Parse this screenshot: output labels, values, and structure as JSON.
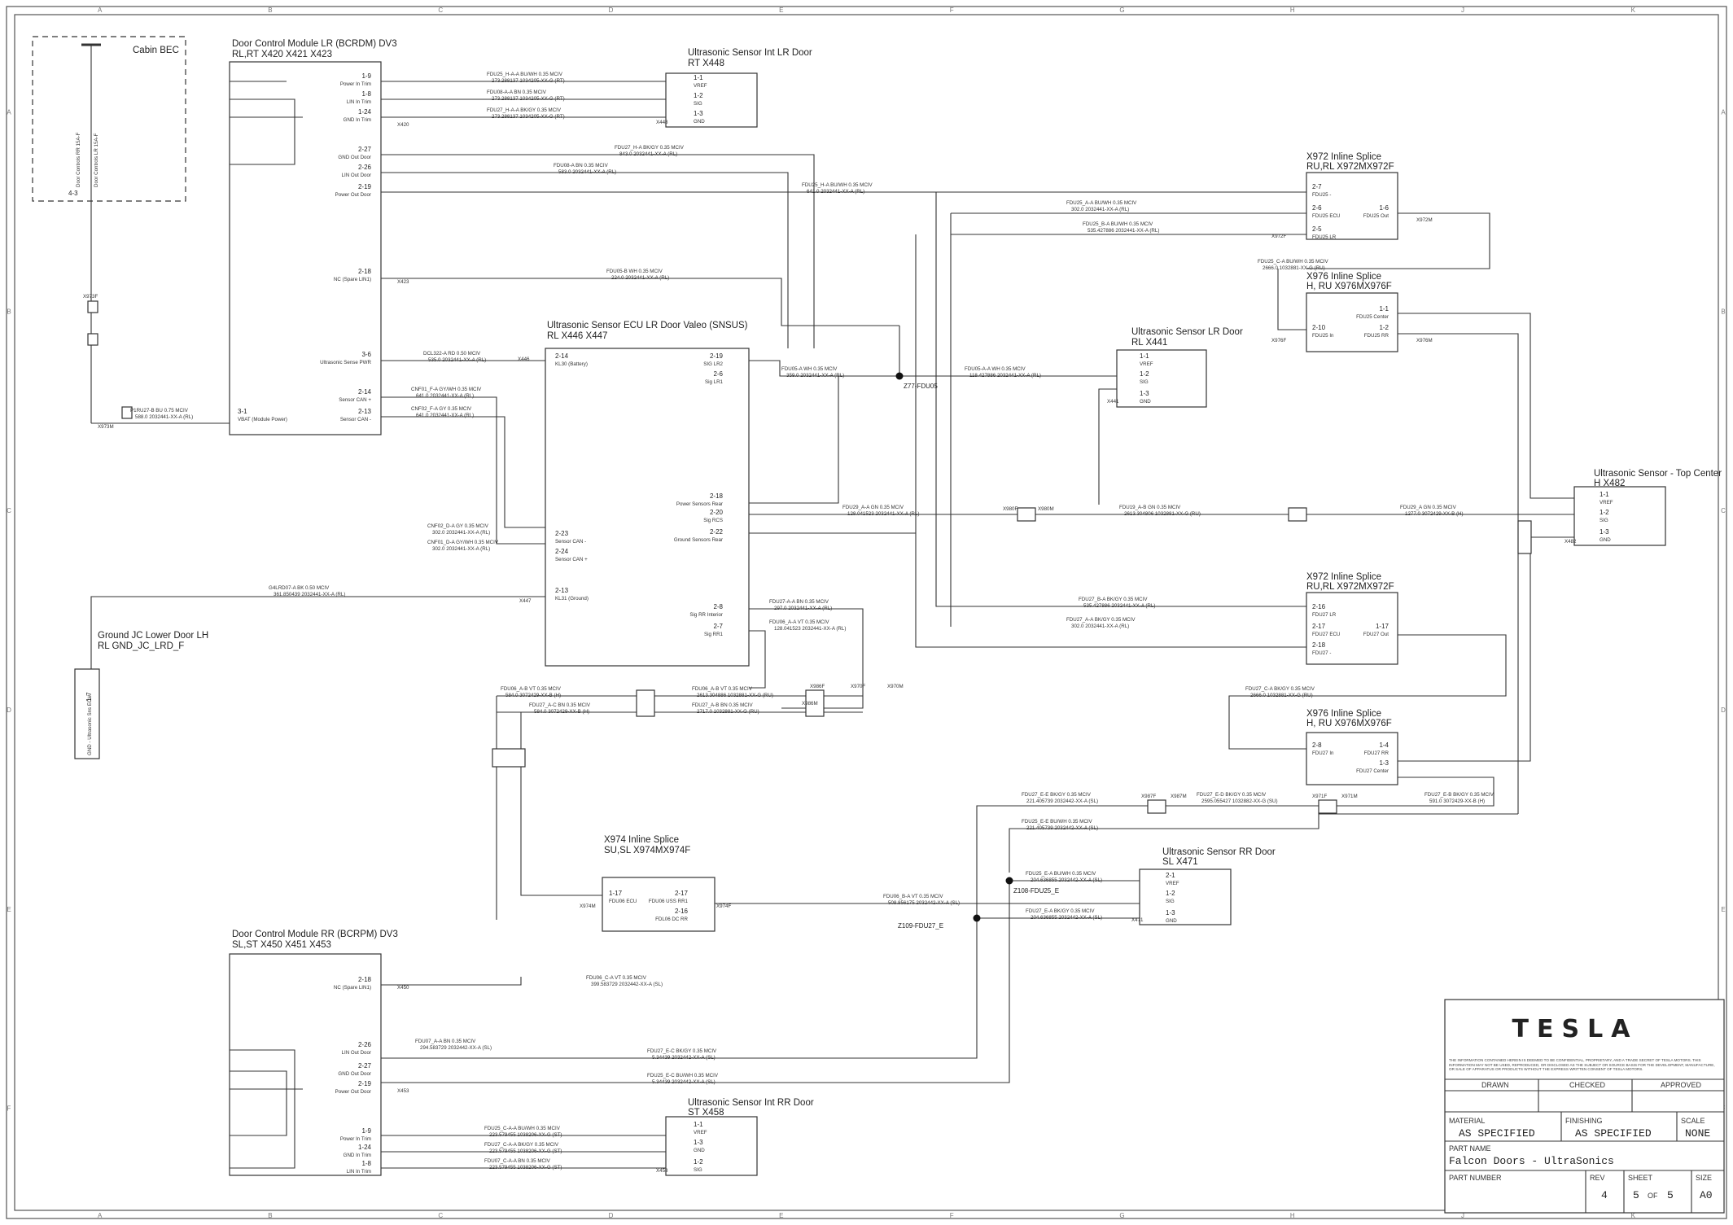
{
  "grid": {
    "cols": [
      "A",
      "B",
      "C",
      "D",
      "E",
      "F",
      "G",
      "H",
      "J",
      "K"
    ],
    "rows": [
      "A",
      "B",
      "C",
      "D",
      "E",
      "F"
    ]
  },
  "cabin_bec": {
    "title": "Cabin BEC",
    "pin": "4-3",
    "label": "Door Controls RR 15A-F",
    "label2": "Door Controls LR 15A-F"
  },
  "components": {
    "bcrdm": {
      "title": "Door Control Module LR (BCRDM) DV3",
      "subtitle": "RL,RT     X420   X421   X423",
      "pins": [
        {
          "num": "1-9",
          "name": "Power In Trim"
        },
        {
          "num": "1-8",
          "name": "LIN In Trim"
        },
        {
          "num": "1-24",
          "name": "GND In Trim"
        },
        {
          "num": "2-27",
          "name": "GND Out Door"
        },
        {
          "num": "2-26",
          "name": "LIN Out Door"
        },
        {
          "num": "2-19",
          "name": "Power Out Door"
        },
        {
          "num": "2-18",
          "name": "NC (Spare LIN1)"
        },
        {
          "num": "3-6",
          "name": "Ultrasonic Sense PWR"
        },
        {
          "num": "2-14",
          "name": "Sensor CAN +"
        },
        {
          "num": "2-13",
          "name": "Sensor CAN -"
        },
        {
          "num": "3-1",
          "name": "VBAT (Module Power)"
        }
      ]
    },
    "us_int_lr": {
      "title": "Ultrasonic Sensor Int LR Door",
      "subtitle": "RT          X448",
      "pins": [
        {
          "num": "1-1",
          "name": "VREF"
        },
        {
          "num": "1-2",
          "name": "SIG"
        },
        {
          "num": "1-3",
          "name": "GND"
        }
      ]
    },
    "snsus": {
      "title": "Ultrasonic Sensor ECU LR Door Valeo (SNSUS)",
      "subtitle": "RL           X446   X447",
      "pins_left": [
        {
          "num": "2-14",
          "name": "KL30 (Battery)"
        },
        {
          "num": "2-23",
          "name": "Sensor CAN -"
        },
        {
          "num": "2-24",
          "name": "Sensor CAN +"
        },
        {
          "num": "2-13",
          "name": "KL31 (Ground)"
        }
      ],
      "pins_right": [
        {
          "num": "2-19",
          "name": "SIG LR2"
        },
        {
          "num": "2-6",
          "name": "Sig LR1"
        },
        {
          "num": "2-18",
          "name": "Power Sensors Rear"
        },
        {
          "num": "2-20",
          "name": "Sig RCS"
        },
        {
          "num": "2-22",
          "name": "Ground Sensors Rear"
        },
        {
          "num": "2-8",
          "name": "Sig RR Interior"
        },
        {
          "num": "2-7",
          "name": "Sig RR1"
        }
      ]
    },
    "us_lr": {
      "title": "Ultrasonic Sensor LR Door",
      "subtitle": "RL          X441",
      "pins": [
        {
          "num": "1-1",
          "name": "VREF"
        },
        {
          "num": "1-2",
          "name": "SIG"
        },
        {
          "num": "1-3",
          "name": "GND"
        }
      ]
    },
    "splice_972_top": {
      "title": "X972 Inline Splice",
      "subtitle": "RU,RL     X972MX972F",
      "pins": [
        {
          "num": "2-7",
          "name": "FDU25 -"
        },
        {
          "num": "2-6",
          "name": "FDU25 ECU"
        },
        {
          "num": "2-5",
          "name": "FDU25 LR"
        },
        {
          "num": "1-6",
          "name": "FDU25 Out"
        }
      ]
    },
    "splice_976_top": {
      "title": "X976 Inline Splice",
      "subtitle": "H, RU     X976MX976F",
      "pins": [
        {
          "num": "1-1",
          "name": "FDU25 Center"
        },
        {
          "num": "2-10",
          "name": "FDU25 In"
        },
        {
          "num": "1-2",
          "name": "FDU25 RR"
        }
      ]
    },
    "us_top_center": {
      "title": "Ultrasonic Sensor - Top Center",
      "subtitle": "H           X482",
      "pins": [
        {
          "num": "1-1",
          "name": "VREF"
        },
        {
          "num": "1-2",
          "name": "SIG"
        },
        {
          "num": "1-3",
          "name": "GND"
        }
      ]
    },
    "splice_972_bot": {
      "title": "X972 Inline Splice",
      "subtitle": "RU,RL     X972MX972F",
      "pins": [
        {
          "num": "2-16",
          "name": "FDU27 LR"
        },
        {
          "num": "2-17",
          "name": "FDU27 ECU"
        },
        {
          "num": "2-18",
          "name": "FDU27 -"
        },
        {
          "num": "1-17",
          "name": "FDU27 Out"
        }
      ]
    },
    "splice_976_bot": {
      "title": "X976 Inline Splice",
      "subtitle": "H, RU     X976MX976F",
      "pins": [
        {
          "num": "2-8",
          "name": "FDU27 In"
        },
        {
          "num": "1-4",
          "name": "FDU27 RR"
        },
        {
          "num": "1-3",
          "name": "FDU27 Center"
        }
      ]
    },
    "ground_jc": {
      "title": "Ground JC Lower Door LH",
      "subtitle": "RL           GND_JC_LRD_F",
      "pin": "1-7",
      "label": "GND - Ultrasonic Sns ECU"
    },
    "splice_974": {
      "title": "X974 Inline Splice",
      "subtitle": "SU,SL     X974MX974F",
      "pins": [
        {
          "num": "1-17",
          "name": "FDU06 ECU"
        },
        {
          "num": "2-17",
          "name": "FDU06 USS RR1"
        },
        {
          "num": "2-16",
          "name": "FDL06 DC RR"
        }
      ]
    },
    "us_rr": {
      "title": "Ultrasonic Sensor RR Door",
      "subtitle": "SL          X471",
      "pins": [
        {
          "num": "2-1",
          "name": "VREF"
        },
        {
          "num": "1-2",
          "name": "SIG"
        },
        {
          "num": "1-3",
          "name": "GND"
        }
      ]
    },
    "bcrpm": {
      "title": "Door Control Module RR (BCRPM) DV3",
      "subtitle": "SL,ST     X450   X451   X453",
      "pins": [
        {
          "num": "2-18",
          "name": "NC (Spare LIN1)"
        },
        {
          "num": "2-26",
          "name": "LIN Out Door"
        },
        {
          "num": "2-27",
          "name": "GND Out Door"
        },
        {
          "num": "2-19",
          "name": "Power Out Door"
        },
        {
          "num": "1-9",
          "name": "Power In Trim"
        },
        {
          "num": "1-24",
          "name": "GND In Trim"
        },
        {
          "num": "1-8",
          "name": "LIN In Trim"
        }
      ]
    },
    "us_int_rr": {
      "title": "Ultrasonic Sensor Int RR Door",
      "subtitle": "ST          X458",
      "pins": [
        {
          "num": "1-1",
          "name": "VREF"
        },
        {
          "num": "1-3",
          "name": "GND"
        },
        {
          "num": "1-2",
          "name": "SIG"
        }
      ]
    }
  },
  "wire_labels": [
    {
      "a": "FDU25_H-A-A     BU/WH     0.35     MCIV",
      "b": "273.288137      1034205-XX-G (RT)"
    },
    {
      "a": "FDU08-A-A     BN     0.35     MCIV",
      "b": "273.288137      1034205-XX-G (RT)"
    },
    {
      "a": "FDU27_H-A-A     BK/GY     0.35     MCIV",
      "b": "273.288137      1034205-XX-G (RT)"
    },
    {
      "a": "FDU27_H-A     BK/GY     0.35     MCIV",
      "b": "843.0      2032441-XX-A (RL)"
    },
    {
      "a": "FDU08-A     BN     0.35     MCIV",
      "b": "583.0      2032441-XX-A (RL)"
    },
    {
      "a": "FDU25_H-A     BU/WH     0.35     MCIV",
      "b": "641.0      2032441-XX-A (RL)"
    },
    {
      "a": "FDU25_A-A     BU/WH     0.35     MCIV",
      "b": "302.0      2032441-XX-A (RL)"
    },
    {
      "a": "FDU25_B-A     BU/WH     0.35     MCIV",
      "b": "535.427886      2032441-XX-A (RL)"
    },
    {
      "a": "FDU05-B     WH     0.35     MCIV",
      "b": "224.0      2032441-XX-A (RL)"
    },
    {
      "a": "DCL322-A     RD     0.50     MCIV",
      "b": "535.0      2032441-XX-A (RL)"
    },
    {
      "a": "FDU05-A     WH     0.35     MCIV",
      "b": "359.0      2032441-XX-A (RL)"
    },
    {
      "a": "FDU05-A-A     WH     0.35     MCIV",
      "b": "118.427886      2032441-XX-A (RL)"
    },
    {
      "a": "CNF01_F-A     GY/WH     0.35     MCIV",
      "b": "641.0      2032441-XX-A (RL)"
    },
    {
      "a": "CNF02_F-A     GY     0.35     MCIV",
      "b": "641.0      2032441-XX-A (RL)"
    },
    {
      "a": "P1RU27-B     BU     0.75     MCIV",
      "b": "588.0      2032441-XX-A (RL)"
    },
    {
      "a": "FDU29_A-A     GN     0.35     MCIV",
      "b": "128.041523      2032441-XX-A (RL)"
    },
    {
      "a": "FDU19_A-B     GN     0.35     MCIV",
      "b": "2613.304806      1032881-XX-G (RU)"
    },
    {
      "a": "FDU29_A     GN     0.35     MCIV",
      "b": "1277.0      3072429-XX-B (H)"
    },
    {
      "a": "CNF02_D-A     GY     0.35     MCIV",
      "b": "302.0      2032441-XX-A (RL)"
    },
    {
      "a": "CNF01_D-A     GY/WH     0.35     MCIV",
      "b": "302.0      2032441-XX-A (RL)"
    },
    {
      "a": "G4LRD07-A     BK     0.50     MCIV",
      "b": "361.850439      2032441-XX-A (RL)"
    },
    {
      "a": "FDU27_B-A     BK/GY     0.35     MCIV",
      "b": "535.427886      2032441-XX-A (RL)"
    },
    {
      "a": "FDU27_A-A     BK/GY     0.35     MCIV",
      "b": "302.0      2032441-XX-A (RL)"
    },
    {
      "a": "FDU27-A-A     BN     0.35     MCIV",
      "b": "297.0      2032441-XX-A (RL)"
    },
    {
      "a": "FDU06_A-A     VT     0.35     MCIV",
      "b": "128.041523      2032441-XX-A (RL)"
    },
    {
      "a": "FDU27_C-A     BK/GY     0.35     MCIV",
      "b": "2666.0      1032881-XX-G (RU)"
    },
    {
      "a": "FDU06_A-B     VT     0.35     MCIV",
      "b": "584.0      3072429-XX-B (H)"
    },
    {
      "a": "FDU06_A-B     VT     0.35     MCIV",
      "b": "2613.304886      1032881-XX-G (RU)"
    },
    {
      "a": "FDU27_A-C     BN     0.35     MCIV",
      "b": "584.0      3072429-XX-B (H)"
    },
    {
      "a": "FDU27_A-B     BN     0.35     MCIV",
      "b": "2717.0      1032881-XX-G (RU)"
    },
    {
      "a": "FDU27_E-E     BK/GY     0.35     MCIV",
      "b": "221.405739      2032442-XX-A (SL)"
    },
    {
      "a": "FDU27_E-D     BK/GY     0.35     MCIV",
      "b": "2595.055427      1032882-XX-G (SU)"
    },
    {
      "a": "FDU27_E-B     BK/GY     0.35     MCIV",
      "b": "591.0      3072429-XX-B (H)"
    },
    {
      "a": "FDU25_E-E     BU/WH     0.35     MCIV",
      "b": "221.405739      2032442-XX-A (SL)"
    },
    {
      "a": "FDU25_E-A     BU/WH     0.35     MCIV",
      "b": "204.636855      2032442-XX-A (SL)"
    },
    {
      "a": "FDU27_E-A     BK/GY     0.35     MCIV",
      "b": "204.636855      2032442-XX-A (SL)"
    },
    {
      "a": "FDU06_B-A     VT     0.35     MCIV",
      "b": "508.856175      2032442-XX-A (SL)"
    },
    {
      "a": "FDU06_C-A     VT     0.35     MCIV",
      "b": "399.583729      2032442-XX-A (SL)"
    },
    {
      "a": "FDU07_A-A     BN     0.35     MCIV",
      "b": "294.583729      2032442-XX-A (SL)"
    },
    {
      "a": "FDU27_E-C     BK/GY     0.35     MCIV",
      "b": "5.34439      2032442-XX-A (SL)"
    },
    {
      "a": "FDU25_E-C     BU/WH     0.35     MCIV",
      "b": "5.34439      2032442-XX-A (SL)"
    },
    {
      "a": "FDU25_C-A-A     BU/WH     0.35     MCIV",
      "b": "223.579455      1038206-XX-G (ST)"
    },
    {
      "a": "FDU27_C-A-A     BK/GY     0.35     MCIV",
      "b": "223.579455      1038206-XX-G (ST)"
    },
    {
      "a": "FDU07_C-A-A     BN     0.35     MCIV",
      "b": "223.579455      1038206-XX-G (ST)"
    },
    {
      "a": "FDU25_C-A     BU/WH     0.35     MCIV",
      "b": "2666.0      1032881-XX-G (RU)"
    }
  ],
  "connector_tags": [
    "X420",
    "X423",
    "X448",
    "X446",
    "X447",
    "X441",
    "X972F",
    "X972M",
    "X976F",
    "X976M",
    "X482",
    "X980F",
    "X980M",
    "X970F",
    "X970M",
    "X986F",
    "X986M",
    "X987F",
    "X987M",
    "X971F",
    "X971M",
    "X974F",
    "X974M",
    "X471",
    "X450",
    "X453",
    "X458",
    "X973M",
    "X973F"
  ],
  "splice_nodes": [
    {
      "label": "Z77-FDU05"
    },
    {
      "label": "Z108-FDU25_E"
    },
    {
      "label": "Z109-FDU27_E"
    }
  ],
  "title_block": {
    "logo": "TESLA",
    "disclaimer": "THE INFORMATION CONTAINED HEREIN IS DEEMED TO BE CONFIDENTIAL, PROPRIETARY, AND A TRADE SECRET OF TESLA MOTORS. THIS INFORMATION MAY NOT BE USED, REPRODUCED, OR DISCLOSED AS THE SUBJECT OR SOURCE BASIS FOR THE DEVELOPMENT, MANUFACTURE, OR SALE OF APPARATUS OR PRODUCTS WITHOUT THE EXPRESS WRITTEN CONSENT OF TESLA MOTORS.",
    "drawn_label": "DRAWN",
    "checked_label": "CHECKED",
    "approved_label": "APPROVED",
    "material_label": "MATERIAL",
    "material_value": "AS SPECIFIED",
    "finishing_label": "FINISHING",
    "finishing_value": "AS SPECIFIED",
    "scale_label": "SCALE",
    "scale_value": "NONE",
    "part_name_label": "PART NAME",
    "part_name_value": "Falcon Doors - UltraSonics",
    "part_number_label": "PART NUMBER",
    "rev_label": "REV",
    "rev_value": "4",
    "sheet_label": "SHEET",
    "sheet_value": "5",
    "sheet_of": "OF",
    "sheet_total": "5",
    "size_label": "SIZE",
    "size_value": "A0"
  }
}
